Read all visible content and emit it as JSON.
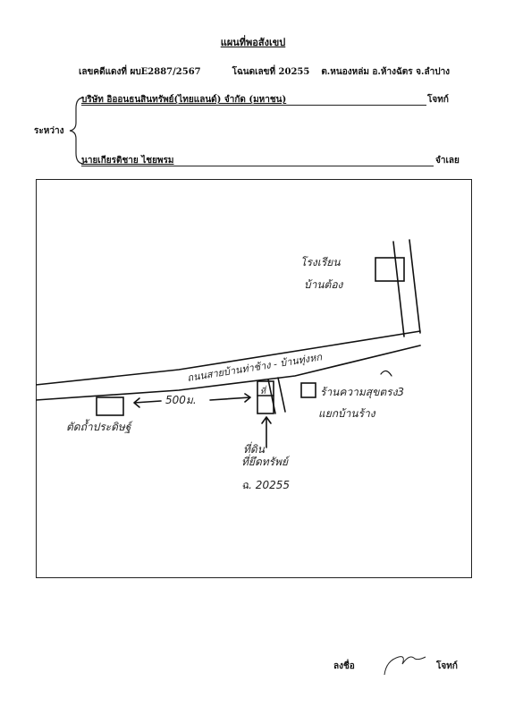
{
  "document": {
    "title": "แผนที่พอสังเขป",
    "case_number": "เลขคดีแดงที่ ผบE2887/2567",
    "deed_number": "โฉนดเลขที่ 20255",
    "location": "ต.หนองหล่ม อ.ห้างฉัตร จ.ลำปาง",
    "between_label": "ระหว่าง",
    "plaintiff": "บริษัท อิออนธนสินทรัพย์(ไทยแลนด์) จำกัด (มหาชน)",
    "plaintiff_role": "โจทก์",
    "defendant": "นายเกียรติชาย ไชยพรม",
    "defendant_role": "จำเลย"
  },
  "map": {
    "school_label_1": "โรงเรียน",
    "school_label_2": "บ้านต้อง",
    "road_label": "ถนนสายบ้านท่าช้าง - บ้านทุ่งหก",
    "distance_label": "500ม.",
    "shop_label_1": "ร้านความสุขตรง3",
    "shop_label_2": "แยกบ้านร้าง",
    "left_landmark": "ตัดถ้ำประดิษฐ์",
    "plot_label_1": "ที่ดิน",
    "plot_label_2": "ที่ยึดทรัพย์",
    "deed_ref": "ฉ. 20255",
    "house_mark": "ที่"
  },
  "signature": {
    "label": "ลงชื่อ",
    "role": "โจทก์"
  }
}
